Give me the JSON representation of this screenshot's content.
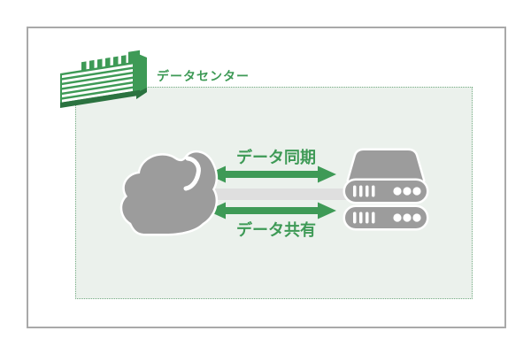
{
  "datacenter": {
    "label": "データセンター"
  },
  "diagram": {
    "sync_label": "データ同期",
    "share_label": "データ共有"
  },
  "icons": {
    "building": "datacenter-building-icon",
    "cloud": "cloud-icon",
    "server": "server-stack-icon",
    "sync_arrow": "double-headed-arrow-icon",
    "share_arrow": "double-headed-arrow-icon"
  },
  "colors": {
    "green": "#3e9a56",
    "green-dark": "#2b7340",
    "icon-gray": "#9c9c9c",
    "band-gray": "#dfdfdf",
    "box-bg": "#ebf1ec",
    "box-border": "#74ab83",
    "frame-border": "#a9a9a9"
  }
}
